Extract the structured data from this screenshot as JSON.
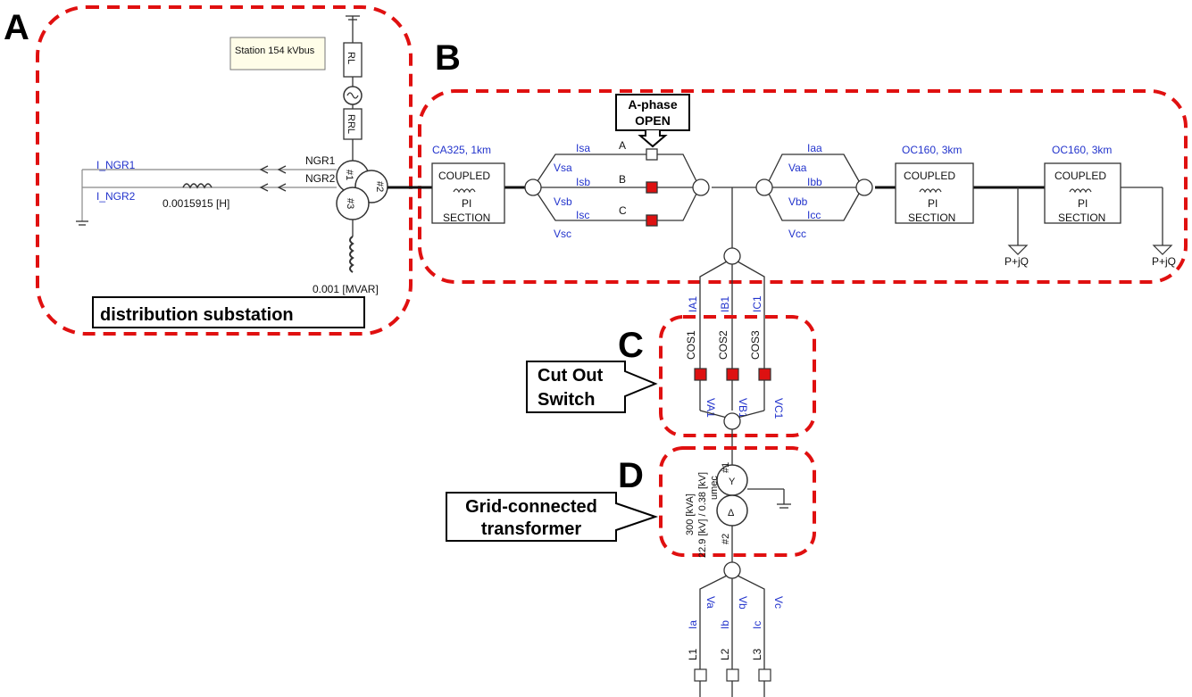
{
  "regions": {
    "a": {
      "letter": "A",
      "caption": "distribution substation"
    },
    "b": {
      "letter": "B"
    },
    "c": {
      "letter": "C",
      "caption_line1": "Cut Out",
      "caption_line2": "Switch"
    },
    "d": {
      "letter": "D",
      "caption_line1": "Grid-connected",
      "caption_line2": "transformer"
    }
  },
  "substation": {
    "bus_label": "Station 154 kVbus",
    "rl": "RL",
    "rrl": "RRL",
    "ngr1": "NGR1",
    "ngr2": "NGR2",
    "i_ngr1": "I_NGR1",
    "i_ngr2": "I_NGR2",
    "inductance": "0.0015915 [H]",
    "winding1": "#1",
    "winding2": "#2",
    "winding3": "#3",
    "mvar": "0.001 [MVAR]"
  },
  "feeder": {
    "cable1": "CA325, 1km",
    "cable2": "OC160, 3km",
    "cable3": "OC160, 3km",
    "coupled": "COUPLED",
    "pi": "PI",
    "section": "SECTION",
    "phase_a": "A",
    "phase_b": "B",
    "phase_c": "C",
    "open_note_line1": "A-phase",
    "open_note_line2": "OPEN",
    "isa": "Isa",
    "isb": "Isb",
    "isc": "Isc",
    "vsa": "Vsa",
    "vsb": "Vsb",
    "vsc": "Vsc",
    "iaa": "Iaa",
    "ibb": "Ibb",
    "icc": "Icc",
    "vaa": "Vaa",
    "vbb": "Vbb",
    "vcc": "Vcc",
    "load1": "P+jQ",
    "load2": "P+jQ"
  },
  "switches": {
    "ia1": "IA1",
    "ib1": "IB1",
    "ic1": "IC1",
    "cos1": "COS1",
    "cos2": "COS2",
    "cos3": "COS3",
    "va1": "VA1",
    "vb1": "VB1",
    "vc1": "VC1"
  },
  "transformer": {
    "rating": "300 [kVA]",
    "voltage": "22.9 [kV] / 0.38 [kV]",
    "umec": "umec",
    "w1": "#1",
    "w2": "#2"
  },
  "secondary": {
    "va": "Va",
    "vb": "Vb",
    "vc": "Vc",
    "ia": "Ia",
    "ib": "Ib",
    "ic": "Ic",
    "l1": "L1",
    "l2": "L2",
    "l3": "L3"
  },
  "colors": {
    "dash": "#e01010",
    "switch_closed": "#dd1111",
    "label_blue": "#2233cc"
  }
}
